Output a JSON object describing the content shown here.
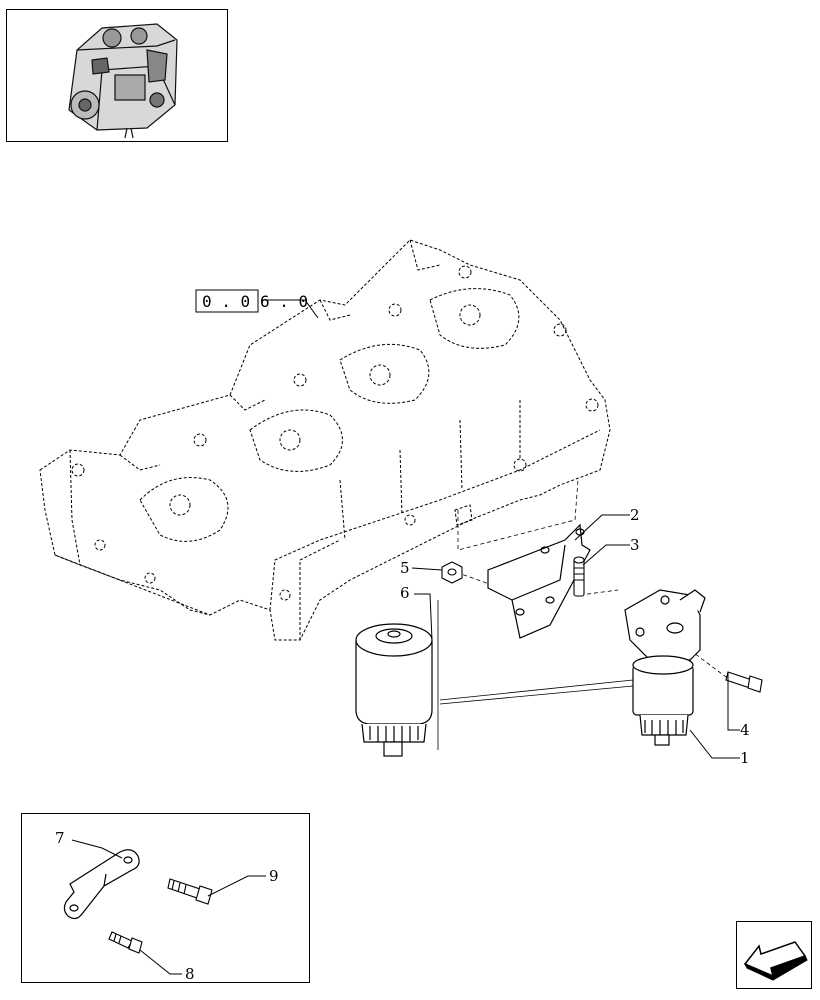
{
  "reference": {
    "boxed": "0 . 0",
    "rest": "6 . 0"
  },
  "callouts": [
    "1",
    "2",
    "3",
    "4",
    "5",
    "6",
    "7",
    "8",
    "9"
  ],
  "icons": {
    "thumbnail": "engine-thumbnail-icon",
    "navigation": "previous-page-arrow-icon"
  }
}
